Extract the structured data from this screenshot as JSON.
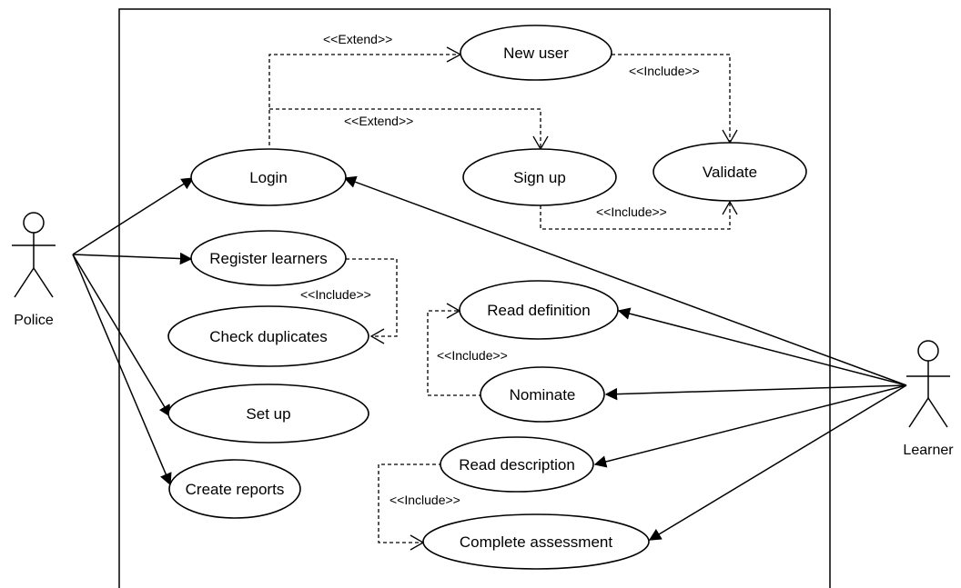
{
  "actors": {
    "police": "Police",
    "learner": "Learner"
  },
  "use_cases": {
    "new_user": "New user",
    "login": "Login",
    "sign_up": "Sign up",
    "validate": "Validate",
    "register_learners": "Register learners",
    "check_duplicates": "Check duplicates",
    "set_up": "Set up",
    "create_reports": "Create reports",
    "read_definition": "Read definition",
    "nominate": "Nominate",
    "read_description": "Read description",
    "complete_assessment": "Complete assessment"
  },
  "relationships": {
    "extend_new_user": "<<Extend>>",
    "extend_sign_up": "<<Extend>>",
    "include_validate_new_user": "<<Include>>",
    "include_validate_sign_up": "<<Include>>",
    "include_check_duplicates": "<<Include>>",
    "include_read_definition": "<<Include>>",
    "include_complete_assessment": "<<Include>>"
  },
  "colors": {
    "line": "#000000",
    "fill": "#ffffff"
  }
}
